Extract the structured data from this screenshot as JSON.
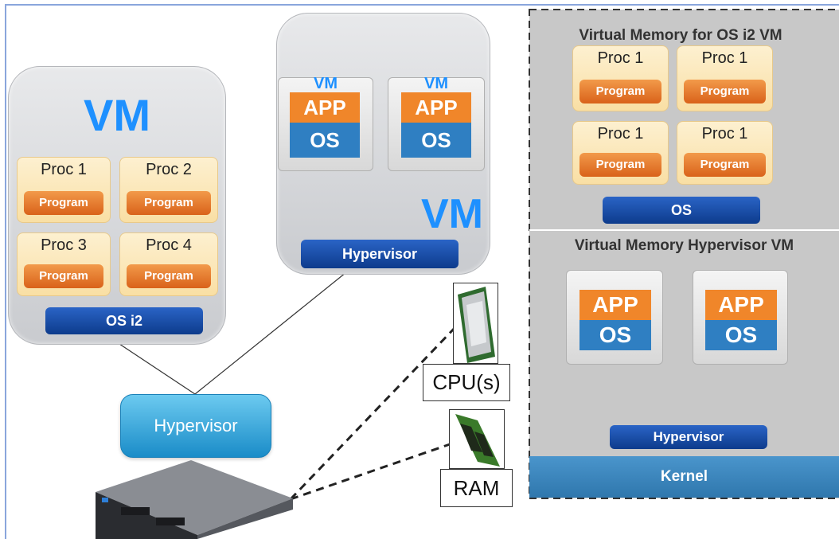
{
  "left_vm": {
    "title": "VM",
    "procs": [
      {
        "label": "Proc 1",
        "program": "Program"
      },
      {
        "label": "Proc 2",
        "program": "Program"
      },
      {
        "label": "Proc 3",
        "program": "Program"
      },
      {
        "label": "Proc 4",
        "program": "Program"
      }
    ],
    "os": "OS i2"
  },
  "middle_vm": {
    "title": "VM",
    "guests": [
      {
        "vm": "VM",
        "app": "APP",
        "os": "OS"
      },
      {
        "vm": "VM",
        "app": "APP",
        "os": "OS"
      }
    ],
    "hypervisor": "Hypervisor"
  },
  "hardware": {
    "hypervisor": "Hypervisor",
    "cpu": "CPU(s)",
    "ram": "RAM"
  },
  "right_panel": {
    "top_title": "Virtual Memory for OS i2 VM",
    "top_procs": [
      {
        "label": "Proc 1",
        "program": "Program"
      },
      {
        "label": "Proc 1",
        "program": "Program"
      },
      {
        "label": "Proc 1",
        "program": "Program"
      },
      {
        "label": "Proc 1",
        "program": "Program"
      }
    ],
    "top_os": "OS",
    "bottom_title": "Virtual Memory Hypervisor VM",
    "bottom_guests": [
      {
        "app": "APP",
        "os": "OS"
      },
      {
        "app": "APP",
        "os": "OS"
      }
    ],
    "hypervisor": "Hypervisor",
    "kernel": "Kernel"
  },
  "colors": {
    "vm_blue": "#1e90ff",
    "program_orange": "#e36f22",
    "os_bar_blue": "#0d3b8c",
    "app_orange": "#f0862a",
    "os_blue": "#2f7fc2",
    "kernel_blue": "#3a86bd"
  },
  "icons": [
    "server-icon",
    "cpu-chip-icon",
    "ram-module-icon"
  ]
}
